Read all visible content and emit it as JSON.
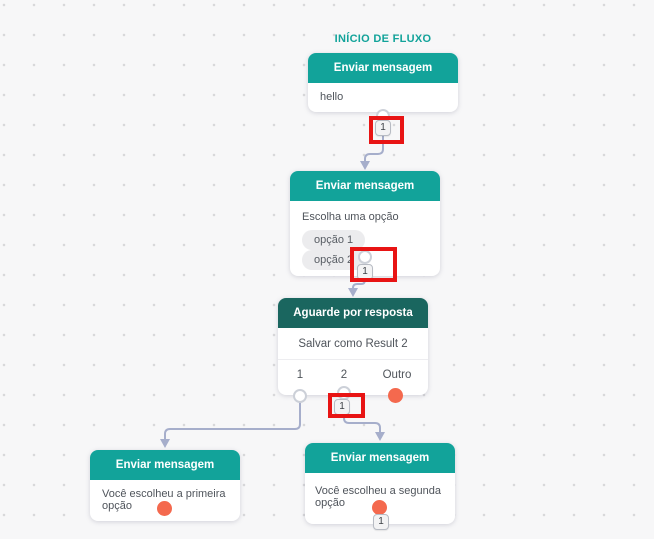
{
  "flow": {
    "start_label": "INÍCIO DE FLUXO"
  },
  "colors": {
    "teal": "#12a39a",
    "dark_teal": "#1a665f",
    "highlight_red": "#e81414",
    "endpoint_orange": "#f4694e",
    "connector": "#a6aecb"
  },
  "nodes": {
    "send_hello": {
      "title": "Enviar mensagem",
      "body": "hello",
      "badge": "1"
    },
    "send_options": {
      "title": "Enviar mensagem",
      "body": "Escolha uma opção",
      "option1": "opção 1",
      "option2": "opção 2",
      "badge": "1"
    },
    "wait_response": {
      "title": "Aguarde por resposta",
      "body": "Salvar como Result 2",
      "out1": "1",
      "out2": "2",
      "out_other": "Outro",
      "badge": "1"
    },
    "send_first": {
      "title": "Enviar mensagem",
      "body": "Você escolheu a primeira opção"
    },
    "send_second": {
      "title": "Enviar mensagem",
      "body": "Você escolheu a segunda opção",
      "badge": "1"
    }
  }
}
